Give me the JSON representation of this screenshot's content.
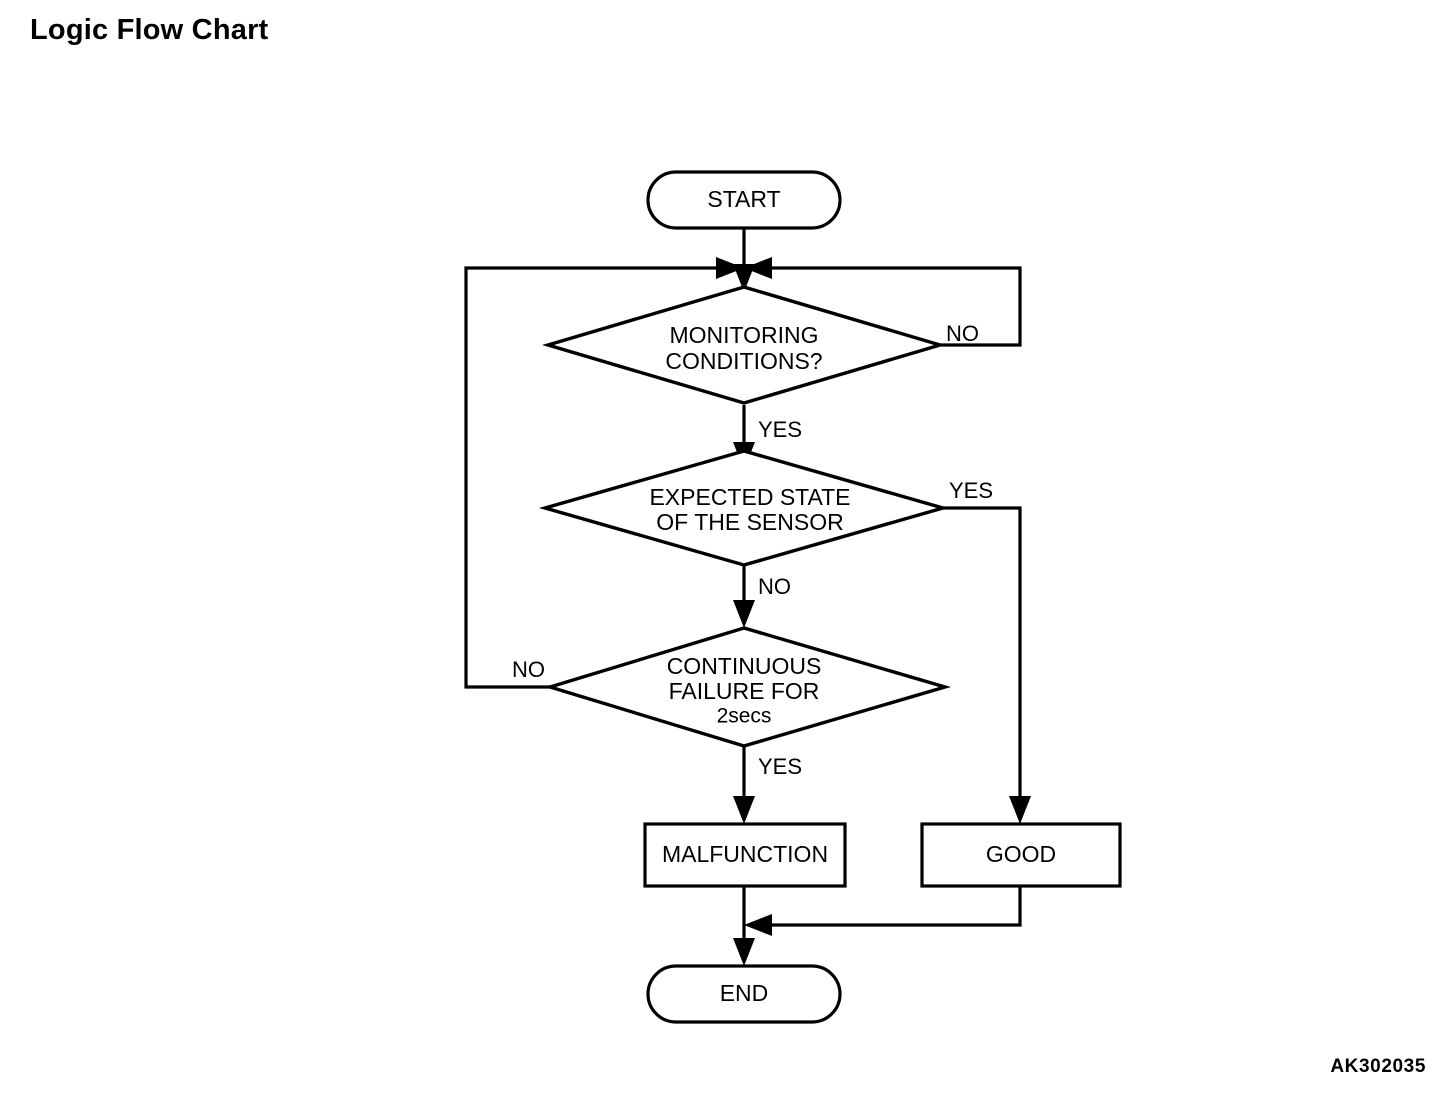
{
  "page": {
    "title": "Logic Flow Chart",
    "figure_code": "AK302035",
    "background_color": "#ffffff",
    "line_color": "#000000"
  },
  "chart_data": {
    "type": "diagram",
    "diagram_type": "flowchart",
    "title": "Logic Flow Chart",
    "nodes": [
      {
        "id": "start",
        "shape": "terminator",
        "label": "START"
      },
      {
        "id": "monitoring",
        "shape": "decision",
        "label": "MONITORING CONDITIONS?",
        "lines": [
          "MONITORING",
          "CONDITIONS?"
        ]
      },
      {
        "id": "expected",
        "shape": "decision",
        "label": "EXPECTED STATE OF THE SENSOR",
        "lines": [
          "EXPECTED STATE",
          "OF THE SENSOR"
        ]
      },
      {
        "id": "continuous",
        "shape": "decision",
        "label": "CONTINUOUS FAILURE FOR 2secs",
        "lines": [
          "CONTINUOUS",
          "FAILURE FOR",
          "2secs"
        ]
      },
      {
        "id": "malfunction",
        "shape": "process",
        "label": "MALFUNCTION"
      },
      {
        "id": "good",
        "shape": "process",
        "label": "GOOD"
      },
      {
        "id": "end",
        "shape": "terminator",
        "label": "END"
      }
    ],
    "edges": [
      {
        "from": "start",
        "to": "monitoring",
        "label": ""
      },
      {
        "from": "monitoring",
        "to": "expected",
        "label": "YES"
      },
      {
        "from": "monitoring",
        "to": "monitoring",
        "label": "NO",
        "routing": "right-loop-back"
      },
      {
        "from": "expected",
        "to": "continuous",
        "label": "NO"
      },
      {
        "from": "expected",
        "to": "good",
        "label": "YES",
        "routing": "right-down"
      },
      {
        "from": "continuous",
        "to": "monitoring",
        "label": "NO",
        "routing": "left-loop-back"
      },
      {
        "from": "continuous",
        "to": "malfunction",
        "label": "YES"
      },
      {
        "from": "malfunction",
        "to": "end",
        "label": ""
      },
      {
        "from": "good",
        "to": "end",
        "label": "",
        "routing": "down-left-join"
      }
    ],
    "edge_labels": [
      {
        "id": "monitoring-no",
        "text": "NO"
      },
      {
        "id": "monitoring-yes",
        "text": "YES"
      },
      {
        "id": "expected-yes",
        "text": "YES"
      },
      {
        "id": "expected-no",
        "text": "NO"
      },
      {
        "id": "continuous-no",
        "text": "NO"
      },
      {
        "id": "continuous-yes",
        "text": "YES"
      }
    ]
  }
}
